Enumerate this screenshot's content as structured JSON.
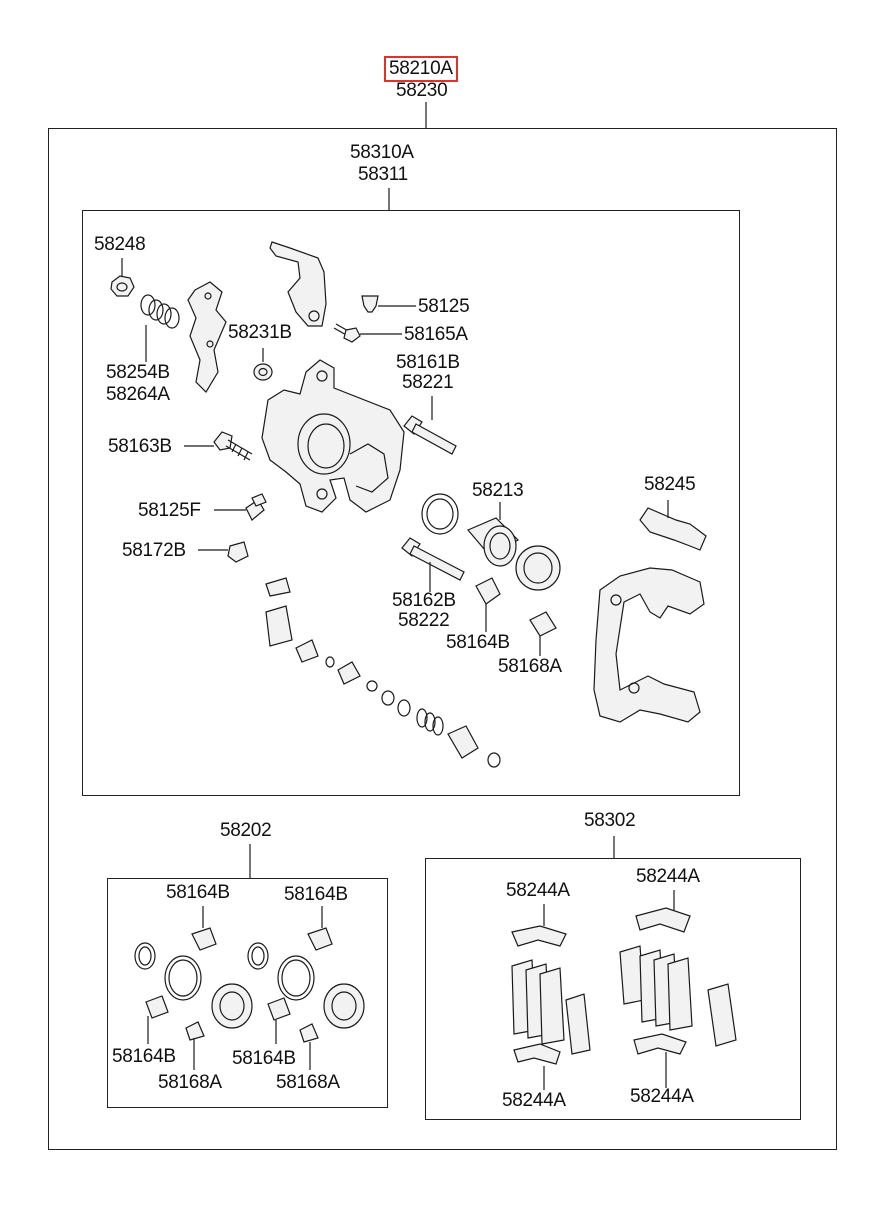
{
  "assembly": {
    "part_number_highlighted": "58210A",
    "part_number": "58230"
  },
  "caliper_assembly": {
    "part_number_1": "58310A",
    "part_number_2": "58311",
    "callouts": {
      "c58248": "58248",
      "c58254B": "58254B",
      "c58264A": "58264A",
      "c58231B": "58231B",
      "c58125": "58125",
      "c58165A": "58165A",
      "c58161B": "58161B",
      "c58221": "58221",
      "c58163B": "58163B",
      "c58125F": "58125F",
      "c58172B": "58172B",
      "c58213": "58213",
      "c58245": "58245",
      "c58162B": "58162B",
      "c58222": "58222",
      "c58164B": "58164B",
      "c58168A": "58168A"
    }
  },
  "seal_kit": {
    "part_number": "58202",
    "callouts": {
      "top_left": "58164B",
      "top_right": "58164B",
      "bottom_left": "58164B",
      "bottom_mid_a": "58168A",
      "bottom_mid_b": "58164B",
      "bottom_right": "58168A"
    }
  },
  "pad_kit": {
    "part_number": "58302",
    "callouts": {
      "top_left": "58244A",
      "top_right": "58244A",
      "bottom_left": "58244A",
      "bottom_right": "58244A"
    }
  }
}
